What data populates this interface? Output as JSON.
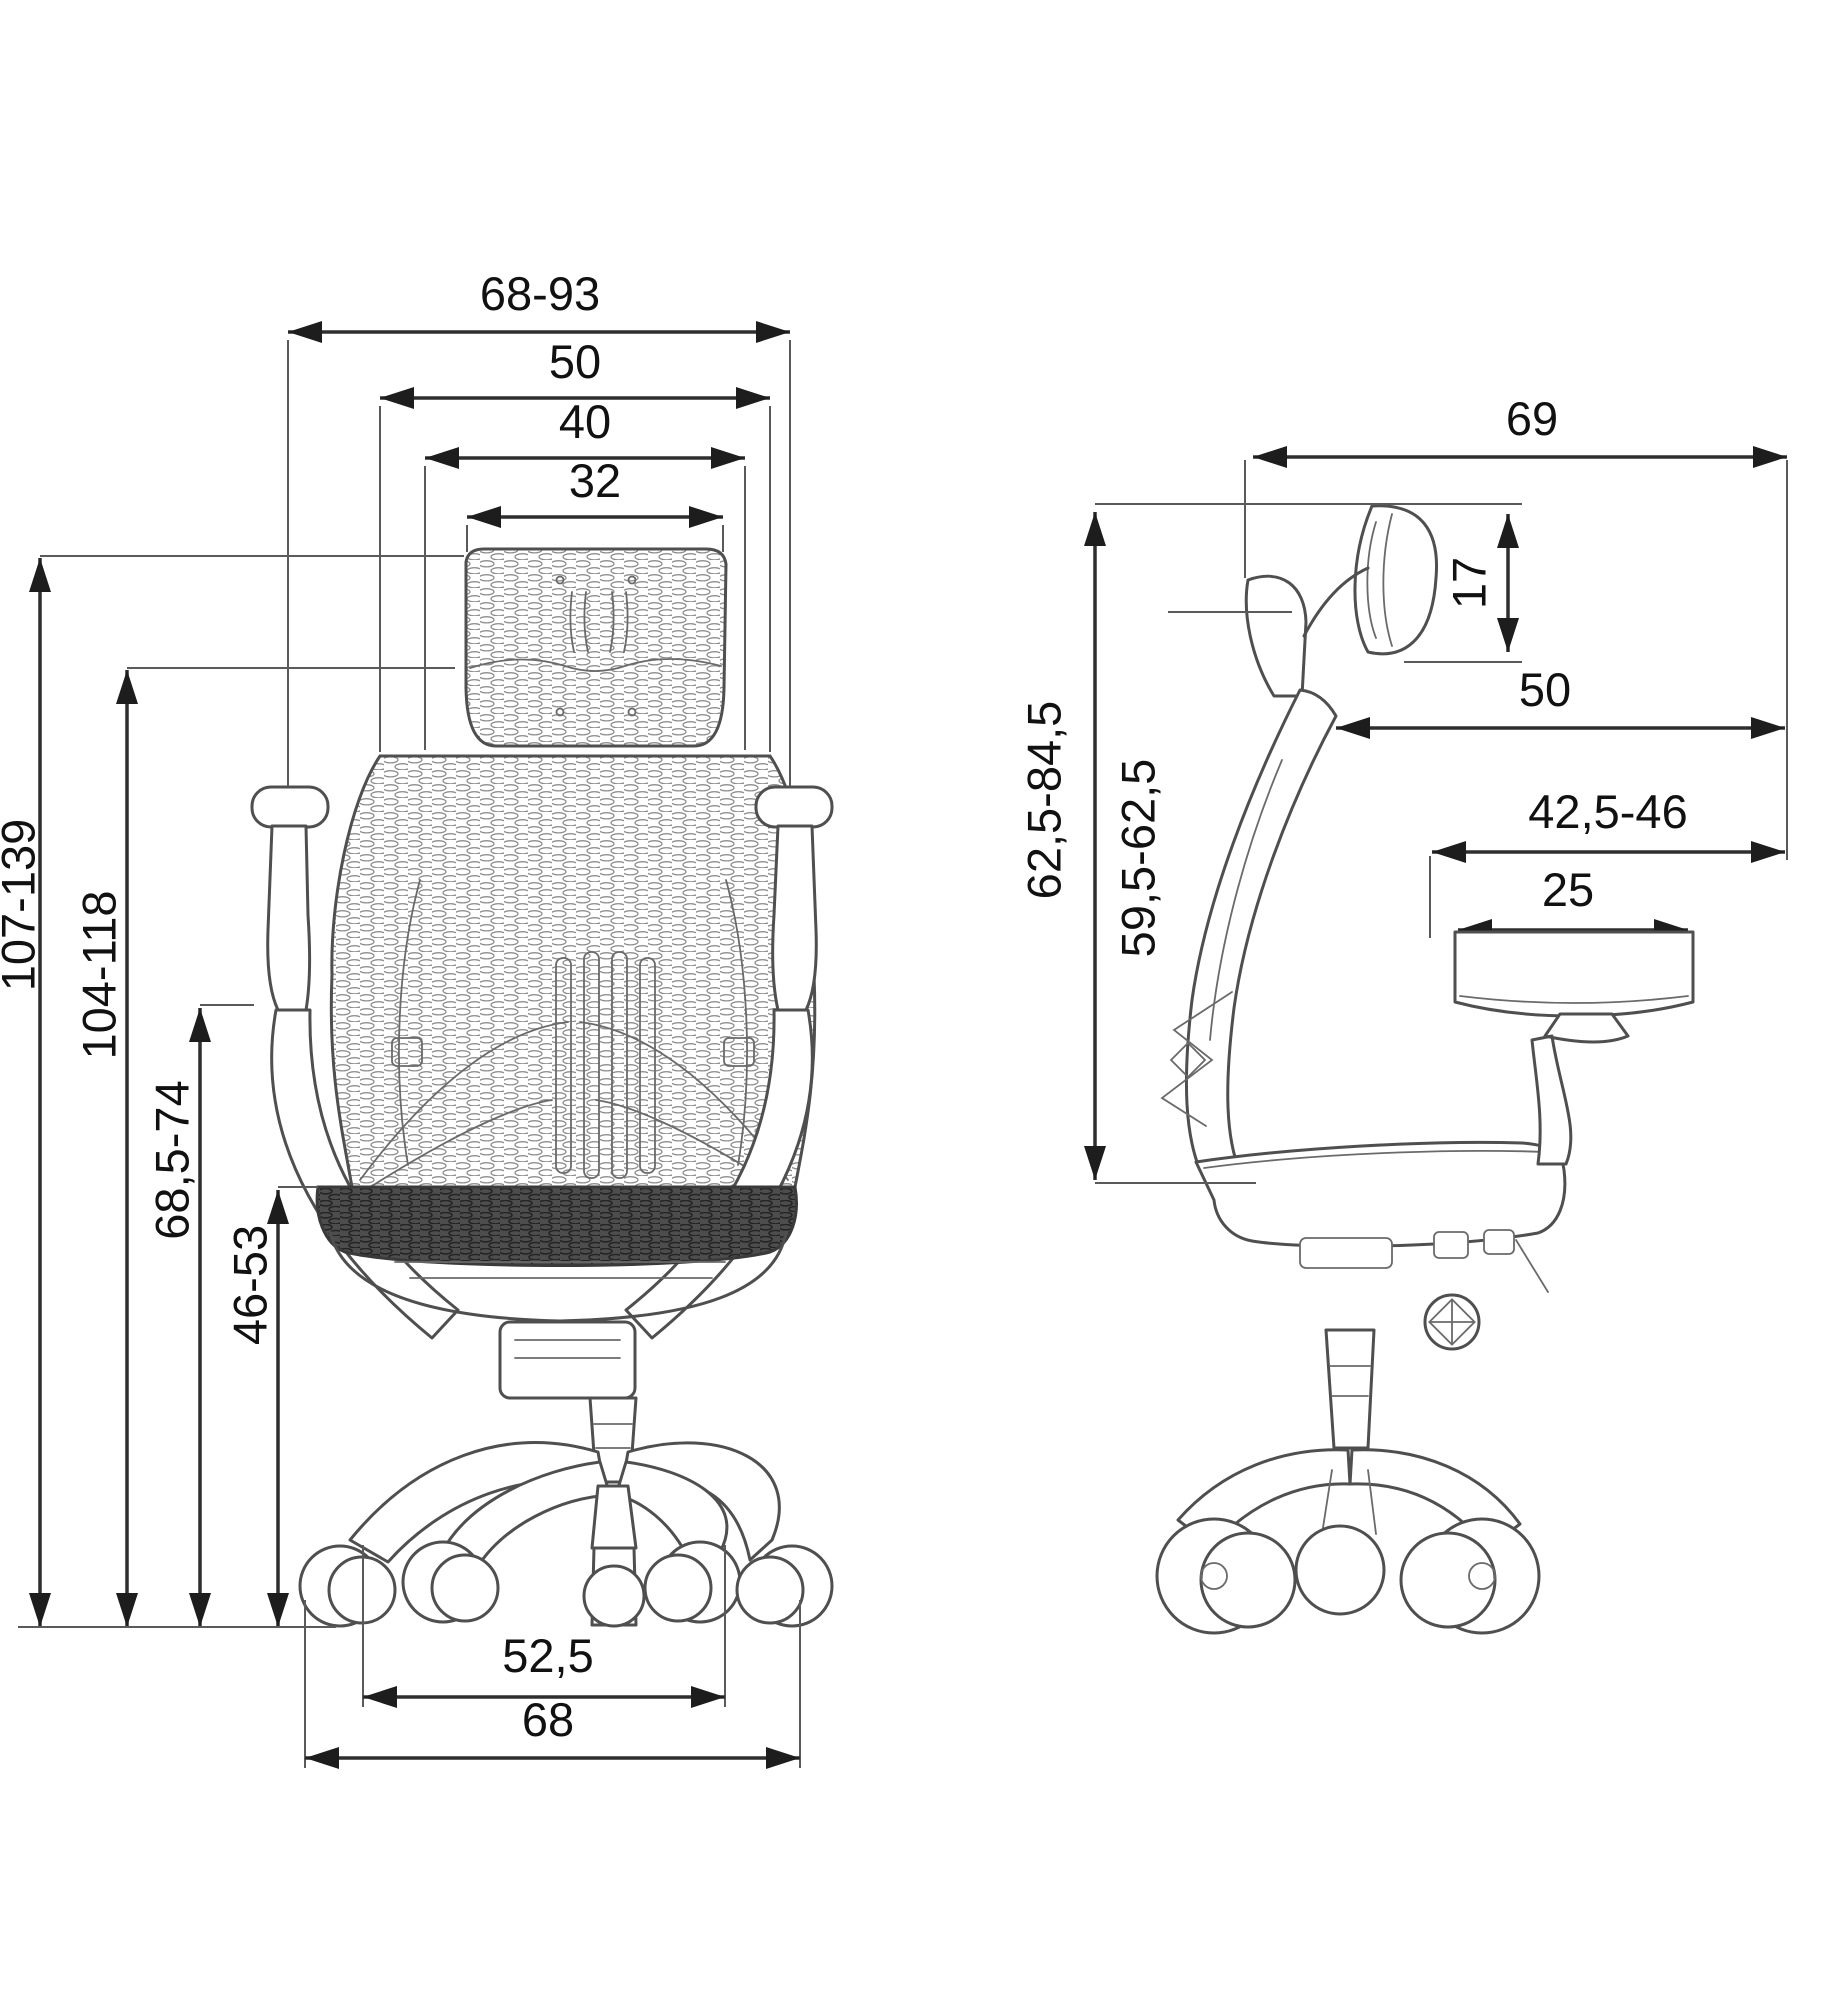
{
  "diagram": {
    "type": "technical-dimension-drawing",
    "subject": "ergonomic office chair, front and side orthographic views with dimensions (cm)",
    "line_color": "#2e2e2e",
    "drawing_color": "#4f4f4f"
  },
  "dimensions": {
    "front_view": {
      "armrest_outer_width": "68-93",
      "backrest_top_width": "50",
      "headrest_mount_width": "40",
      "headrest_width": "32",
      "overall_height": "107-139",
      "headrest_top_height": "104-118",
      "armrest_top_height": "68,5-74",
      "seat_height": "46-53",
      "base_leg_span": "52,5",
      "base_overall_width": "68"
    },
    "side_view": {
      "overall_depth": "69",
      "headrest_pad_height": "17",
      "backrest_top_depth": "50",
      "seat_assembly_depth": "42,5-46",
      "armrest_pad_length": "25",
      "headrest_height_above_seat": "62,5-84,5",
      "backrest_height_above_seat": "59,5-62,5"
    }
  }
}
